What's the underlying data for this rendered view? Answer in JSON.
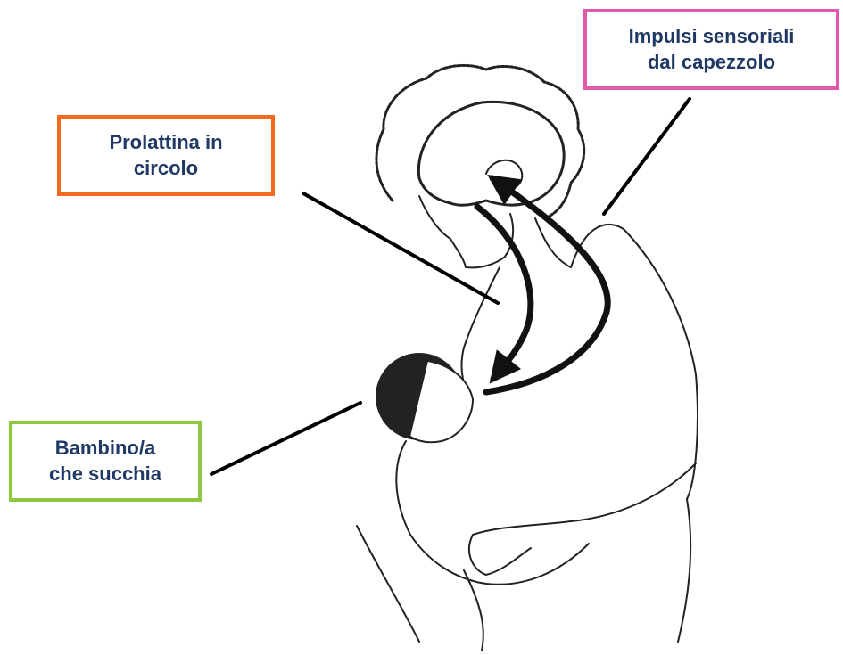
{
  "labels": {
    "impulsi": {
      "line1": "Impulsi sensoriali",
      "line2": "dal capezzolo",
      "border_color": "#e05aa9"
    },
    "prolattina": {
      "line1": "Prolattina in",
      "line2": "circolo",
      "border_color": "#f26a1b"
    },
    "bambino": {
      "line1": "Bambino/a",
      "line2": "che succhia",
      "border_color": "#8dc63f"
    }
  },
  "colors": {
    "text": "#1f3864",
    "line": "#111111"
  },
  "illustration": "breastfeeding-mother-line-drawing"
}
